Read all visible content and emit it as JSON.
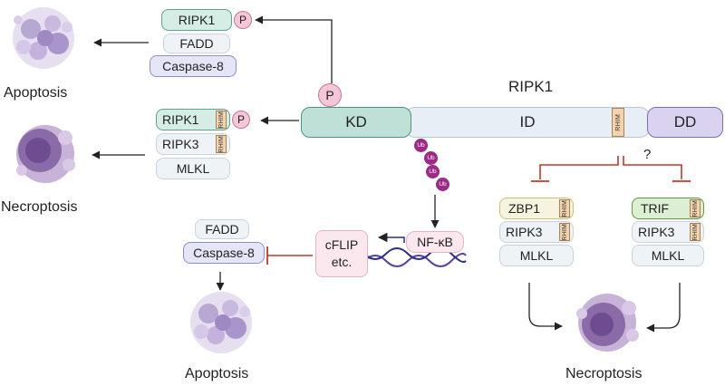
{
  "outcomes": {
    "apoptosis_top": "Apoptosis",
    "necroptosis_left": "Necroptosis",
    "apoptosis_bottom": "Apoptosis",
    "necroptosis_right": "Necroptosis"
  },
  "complex_top": {
    "ripk1": "RIPK1",
    "p": "P",
    "fadd": "FADD",
    "caspase": "Caspase-8"
  },
  "complex_mid": {
    "ripk1": "RIPK1",
    "rhim": "RHIM",
    "p": "P",
    "ripk3": "RIPK3",
    "mlkl": "MLKL"
  },
  "protein": {
    "title": "RIPK1",
    "kd": "KD",
    "id": "ID",
    "dd": "DD",
    "rhim": "RHIM",
    "p": "P",
    "ub": "Ub"
  },
  "question": "?",
  "nfkb": "NF-κB",
  "cflip": {
    "line1": "cFLIP",
    "line2": "etc."
  },
  "bottom_left": {
    "fadd": "FADD",
    "caspase": "Caspase-8"
  },
  "zbp1_complex": {
    "zbp1": "ZBP1",
    "rhim": "RHIM",
    "ripk3": "RIPK3",
    "mlkl": "MLKL"
  },
  "trif_complex": {
    "trif": "TRIF",
    "rhim": "RHIM",
    "ripk3": "RIPK3",
    "mlkl": "MLKL"
  }
}
